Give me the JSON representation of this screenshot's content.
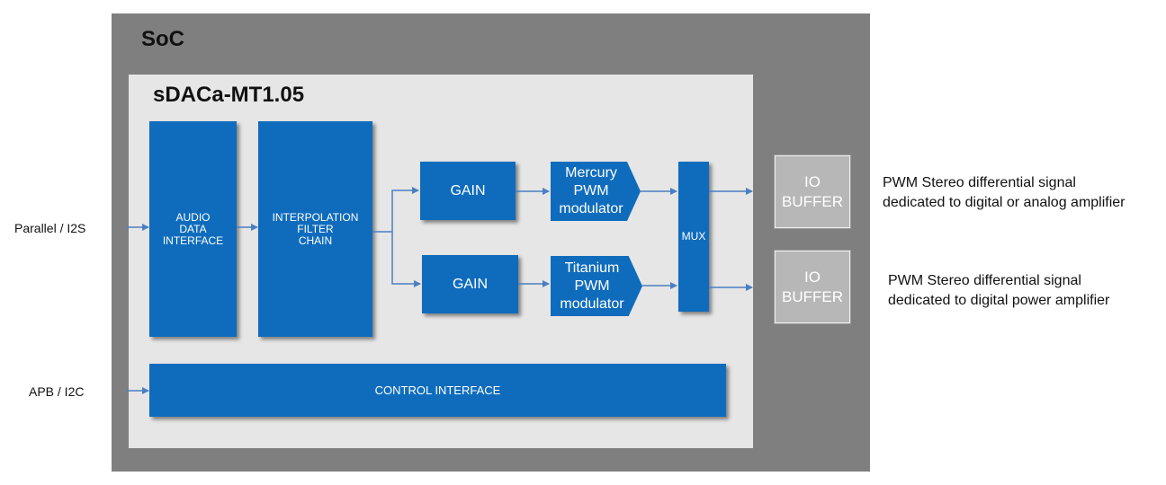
{
  "soc": {
    "title": "SoC"
  },
  "core": {
    "title": "sDACa-MT1.05"
  },
  "blocks": {
    "audio_data_interface": [
      "AUDIO",
      "DATA",
      "INTERFACE"
    ],
    "interpolation_filter_chain": [
      "INTERPOLATION",
      "FILTER",
      "CHAIN"
    ],
    "gain_top": "GAIN",
    "gain_bottom": "GAIN",
    "mercury_pwm": [
      "Mercury",
      "PWM",
      "modulator"
    ],
    "titanium_pwm": [
      "Titanium",
      "PWM",
      "modulator"
    ],
    "mux": "MUX",
    "control_interface": "CONTROL INTERFACE",
    "io_buffer_top": [
      "IO",
      "BUFFER"
    ],
    "io_buffer_bottom": [
      "IO",
      "BUFFER"
    ]
  },
  "inputs": {
    "parallel_i2s": "Parallel / I2S",
    "apb_i2c": "APB / I2C"
  },
  "outputs": {
    "top": [
      "PWM Stereo differential signal",
      "dedicated to digital or analog amplifier"
    ],
    "bottom": [
      "PWM Stereo differential signal",
      "dedicated to digital power amplifier"
    ]
  },
  "colors": {
    "block_blue": "#0f6cbd",
    "soc_gray": "#7f7f7f",
    "core_gray": "#e6e6e6",
    "io_gray": "#b7b7b7",
    "arrow_blue": "#4a7fc1"
  }
}
